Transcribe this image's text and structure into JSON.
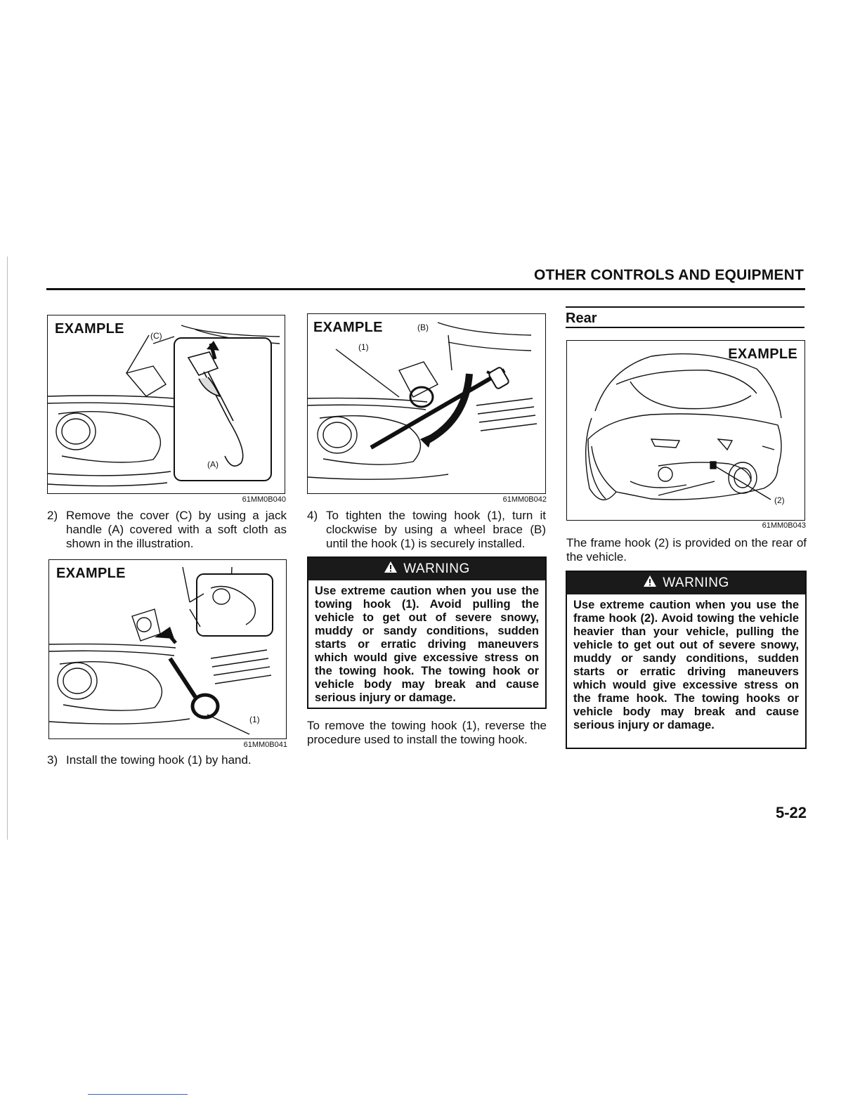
{
  "header": {
    "title": "OTHER CONTROLS AND EQUIPMENT"
  },
  "figures": [
    {
      "label": "EXAMPLE",
      "callouts": [
        "(C)",
        "(A)"
      ],
      "code": "61MM0B040"
    },
    {
      "label": "EXAMPLE",
      "callouts": [
        "(1)"
      ],
      "code": "61MM0B041"
    },
    {
      "label": "EXAMPLE",
      "callouts": [
        "(B)",
        "(1)"
      ],
      "code": "61MM0B042"
    },
    {
      "label": "EXAMPLE",
      "callouts": [
        "(2)"
      ],
      "code": "61MM0B043"
    }
  ],
  "steps": [
    {
      "num": "2)",
      "text": "Remove the cover (C) by using a jack handle (A) covered with a soft cloth as shown in the illustration."
    },
    {
      "num": "3)",
      "text": "Install the towing hook (1) by hand."
    },
    {
      "num": "4)",
      "text": "To tighten the towing hook (1), turn it clockwise by using a wheel brace (B) until the hook (1) is securely installed."
    }
  ],
  "warnings": [
    {
      "title": "WARNING",
      "body": "Use extreme caution when you use the towing hook (1). Avoid pulling the vehicle to get out of severe snowy, muddy or sandy conditions, sudden starts or erratic driving maneuvers which would give excessive stress on the towing hook. The towing hook or vehicle body may break and cause serious injury or damage."
    },
    {
      "title": "WARNING",
      "body": "Use extreme caution when you use the frame hook (2). Avoid towing the vehicle heavier than your vehicle, pulling the vehicle to get out out of severe snowy, muddy or sandy conditions, sudden starts or erratic driving maneuvers which would give excessive stress on the frame hook. The towing hooks or vehicle body may break and cause serious injury or damage."
    }
  ],
  "paragraphs": {
    "remove_hook": "To remove the towing hook (1), reverse the procedure used to install the towing hook.",
    "frame_hook": "The frame hook (2) is provided on the rear of the vehicle."
  },
  "section": {
    "title": "Rear"
  },
  "page_number": "5-22"
}
